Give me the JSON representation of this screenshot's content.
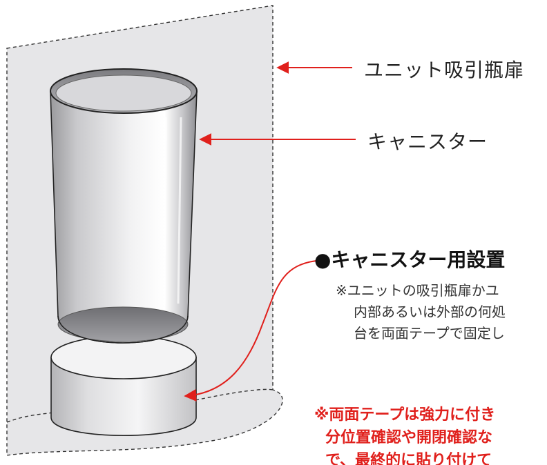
{
  "labels": {
    "door": "ユニット吸引瓶扉",
    "canister": "キャニスター",
    "stand_heading": "●キャニスター用設置"
  },
  "note_lines": [
    "※ユニットの吸引瓶扉かユ",
    "内部あるいは外部の何処",
    "台を両面テープで固定し"
  ],
  "warning_lines": [
    "※両面テープは強力に付き",
    "分位置確認や開閉確認な",
    "で、最終的に貼り付けて"
  ],
  "colors": {
    "arrow": "#e0201c",
    "warning_text": "#e0201c",
    "door_panel": "#e6e6e8",
    "outline": "#222222"
  }
}
